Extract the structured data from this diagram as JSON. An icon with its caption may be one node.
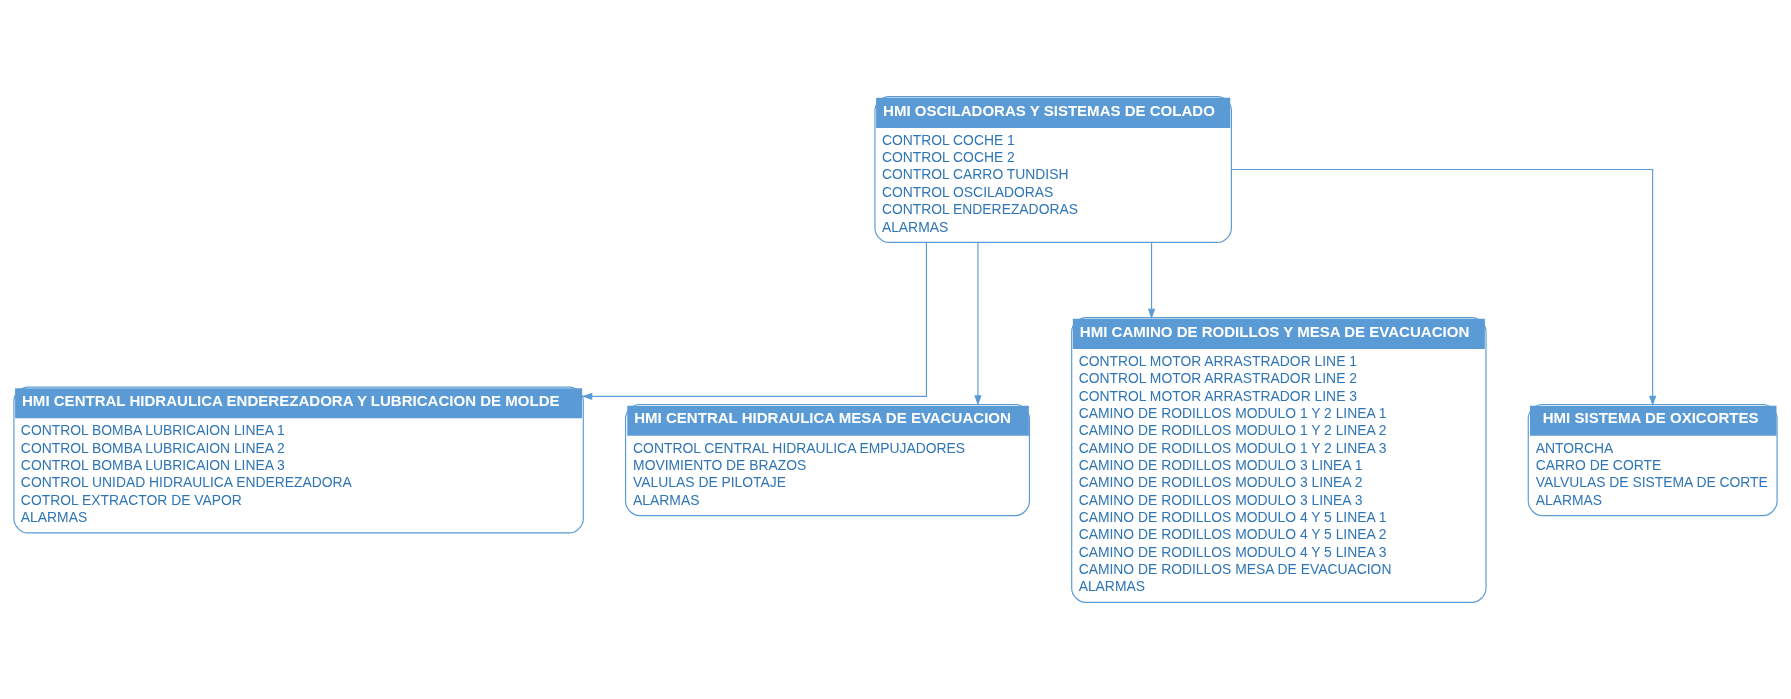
{
  "diagram": {
    "nodes": [
      {
        "text": [
          "HMI OSCILADORAS Y SISTEMAS DE COLADO",
          "CONTROL COCHE 1",
          "CONTROL COCHE 2",
          "CONTROL CARRO TUNDISH",
          "CONTROL OSCILADORAS",
          "CONTROL ENDEREZADORAS",
          "ALARMAS"
        ]
      },
      {
        "text": [
          "HMI CENTRAL HIDRAULICA ENDEREZADORA Y LUBRICACION DE MOLDE",
          "CONTROL BOMBA LUBRICAION LINEA 1",
          "CONTROL BOMBA LUBRICAION LINEA 2",
          "CONTROL BOMBA LUBRICAION LINEA 3",
          "CONTROL UNIDAD HIDRAULICA ENDEREZADORA",
          "COTROL EXTRACTOR DE VAPOR",
          "ALARMAS"
        ]
      },
      {
        "text": [
          "HMI CENTRAL HIDRAULICA MESA DE EVACUACION",
          "CONTROL CENTRAL HIDRAULICA EMPUJADORES",
          "MOVIMIENTO DE BRAZOS",
          "VALULAS DE PILOTAJE",
          "ALARMAS"
        ]
      },
      {
        "text": [
          "HMI CAMINO DE RODILLOS Y MESA DE EVACUACION",
          "CONTROL MOTOR ARRASTRADOR LINE 1",
          "CONTROL MOTOR ARRASTRADOR LINE 2",
          "CONTROL MOTOR ARRASTRADOR LINE 3",
          "CAMINO DE RODILLOS MODULO 1 Y 2 LINEA 1",
          "CAMINO DE RODILLOS MODULO 1 Y 2 LINEA 2",
          "CAMINO DE RODILLOS MODULO 1 Y 2 LINEA 3",
          "CAMINO DE RODILLOS MODULO 3 LINEA 1",
          "CAMINO DE RODILLOS MODULO 3 LINEA 2",
          "CAMINO DE RODILLOS MODULO 3 LINEA 3",
          "CAMINO DE RODILLOS MODULO 4 Y 5 LINEA 1",
          "CAMINO DE RODILLOS MODULO 4 Y 5 LINEA 2",
          "CAMINO DE RODILLOS MODULO 4 Y 5 LINEA 3",
          "CAMINO DE RODILLOS MESA DE EVACUACION",
          "ALARMAS"
        ]
      },
      {
        "text": [
          "HMI SISTEMA DE OXICORTES",
          "ANTORCHA",
          "CARRO DE CORTE",
          "VALVULAS DE SISTEMA DE CORTE",
          "ALARMAS"
        ]
      }
    ],
    "edges": [
      {
        "from": 0,
        "to": 1,
        "arrow": "to"
      },
      {
        "from": 0,
        "to": 2,
        "arrow": "to"
      },
      {
        "from": 0,
        "to": 3,
        "arrow": "to"
      },
      {
        "from": 0,
        "to": 4,
        "arrow": "to"
      }
    ]
  }
}
